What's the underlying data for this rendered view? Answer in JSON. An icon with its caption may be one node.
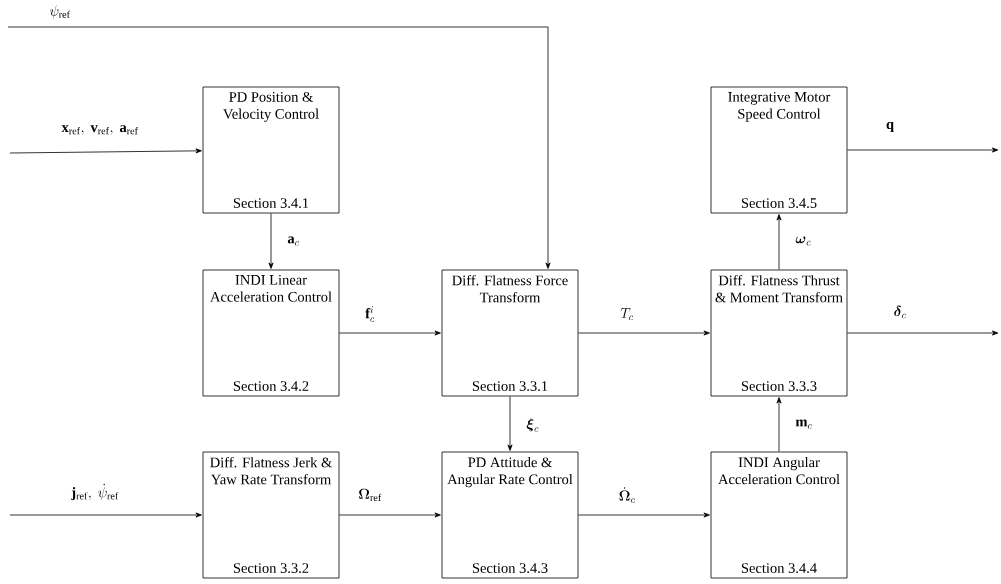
{
  "diagram": {
    "nodes": [
      {
        "text": [
          "PD Position & Velocity Control",
          "Section 3.4.1"
        ]
      },
      {
        "text": [
          "INDI Linear Acceleration Control",
          "Section 3.4.2"
        ]
      },
      {
        "text": [
          "Diff. Flatness Force Transform",
          "Section 3.3.1"
        ]
      },
      {
        "text": [
          "Integrative Motor Speed Control",
          "Section 3.4.5"
        ]
      },
      {
        "text": [
          "Diff. Flatness Thrust & Moment Transform",
          "Section 3.3.3"
        ]
      },
      {
        "text": [
          "Diff. Flatness Jerk & Yaw Rate Transform",
          "Section 3.3.2"
        ]
      },
      {
        "text": [
          "PD Attitude & Angular Rate Control",
          "Section 3.4.3"
        ]
      },
      {
        "text": [
          "INDI Angular Acceleration Control",
          "Section 3.4.4"
        ]
      }
    ],
    "edges": [
      {
        "from": null,
        "to": 2,
        "arrow": "to",
        "label": "\\psi_{\\mathrm{ref}}"
      },
      {
        "from": null,
        "to": 0,
        "arrow": "to",
        "label": "\\mathbf{x}_{\\mathrm{ref}},\\ \\mathbf{v}_{\\mathrm{ref}},\\ \\mathbf{a}_{\\mathrm{ref}}"
      },
      {
        "from": 0,
        "to": 1,
        "arrow": "to",
        "label": "\\mathbf{a}_c"
      },
      {
        "from": 1,
        "to": 2,
        "arrow": "to",
        "label": "\\mathbf{f}_c^i"
      },
      {
        "from": 2,
        "to": 4,
        "arrow": "to",
        "label": "T_c"
      },
      {
        "from": 2,
        "to": 6,
        "arrow": "to",
        "label": "\\boldsymbol{\\xi}_c"
      },
      {
        "from": 4,
        "to": 3,
        "arrow": "to",
        "label": "\\boldsymbol{\\omega}_c"
      },
      {
        "from": 3,
        "to": null,
        "arrow": "to",
        "label": "\\mathbf{q}"
      },
      {
        "from": 4,
        "to": null,
        "arrow": "to",
        "label": "\\boldsymbol{\\delta}_c"
      },
      {
        "from": null,
        "to": 5,
        "arrow": "to",
        "label": "\\mathbf{j}_{\\mathrm{ref}},\\ \\dot{\\psi}_{\\mathrm{ref}}"
      },
      {
        "from": 5,
        "to": 6,
        "arrow": "to",
        "label": "\\boldsymbol{\\Omega}_{\\mathrm{ref}}"
      },
      {
        "from": 6,
        "to": 7,
        "arrow": "to",
        "label": "\\dot{\\boldsymbol{\\Omega}}_c"
      },
      {
        "from": 7,
        "to": 4,
        "arrow": "to",
        "label": "\\mathbf{m}_c"
      }
    ]
  }
}
